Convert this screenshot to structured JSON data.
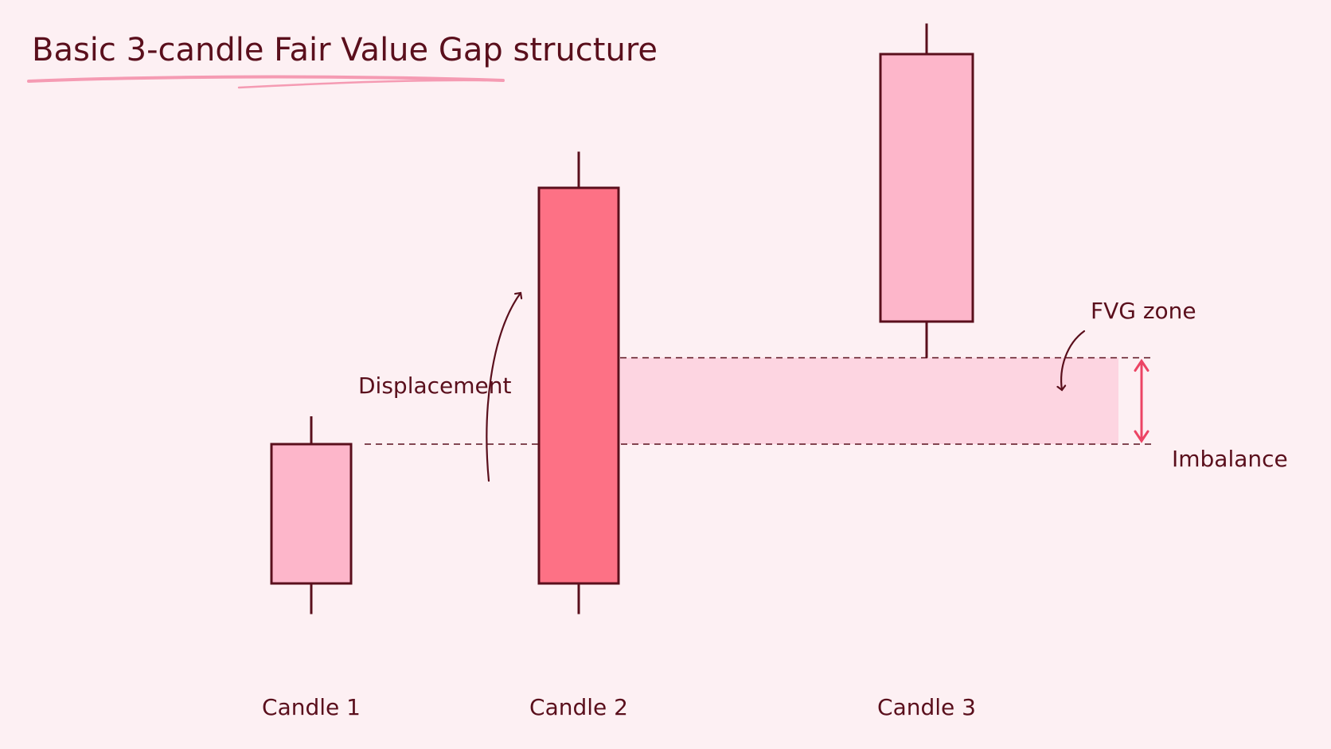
{
  "title": "Basic 3-candle Fair Value Gap structure",
  "annotations": {
    "displacement": "Displacement",
    "fvg_zone": "FVG zone",
    "imbalance": "Imbalance"
  },
  "candles": [
    {
      "label": "Candle 1",
      "high": 8.4,
      "open": 7.4,
      "close": 2.4,
      "low": 1.3
    },
    {
      "label": "Candle 2",
      "high": 17.9,
      "open": 2.4,
      "close": 16.6,
      "low": 1.3
    },
    {
      "label": "Candle 3",
      "high": 22.5,
      "open": 11.8,
      "close": 21.4,
      "low": 10.5
    }
  ],
  "fvg_zone": {
    "bottom": 7.4,
    "top": 10.5
  },
  "colors": {
    "background": "#fdf0f3",
    "ink": "#5a0f1c",
    "candle_light": "#fdb6ca",
    "candle_strong": "#fd7185",
    "zone_fill": "#fdd5e1",
    "accent": "#ec4464"
  }
}
